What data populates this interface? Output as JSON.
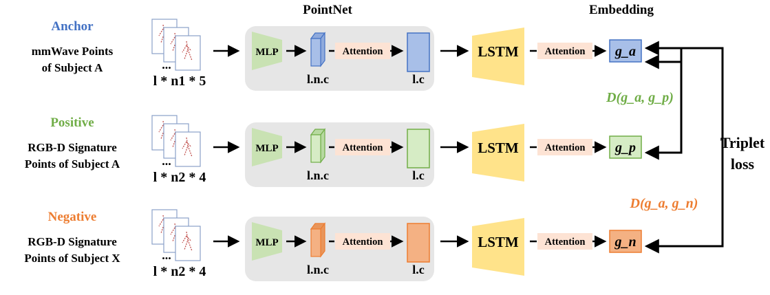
{
  "headers": {
    "pointnet": "PointNet",
    "embedding": "Embedding"
  },
  "colors": {
    "anchor": "#4472c4",
    "positive": "#70ad47",
    "negative": "#ed7d31",
    "mlp": "#c9e2b3",
    "lstm": "#ffe38a",
    "attention": "#fde3d4",
    "panel": "#e6e6e6"
  },
  "rows": [
    {
      "key": "anchor",
      "role": "Anchor",
      "desc_line1": "mmWave Points",
      "desc_line2": "of Subject A",
      "input_shape": "l * n1 * 5",
      "mlp": "MLP",
      "attention1": "Attention",
      "feat1": "l.n.c",
      "feat2": "l.c",
      "lstm": "LSTM",
      "attention2": "Attention",
      "embedding": "g_a",
      "icon": "point-frames-icon"
    },
    {
      "key": "positive",
      "role": "Positive",
      "desc_line1": "RGB-D Signature",
      "desc_line2": "Points of Subject A",
      "input_shape": "l * n2 * 4",
      "mlp": "MLP",
      "attention1": "Attention",
      "feat1": "l.n.c",
      "feat2": "l.c",
      "lstm": "LSTM",
      "attention2": "Attention",
      "embedding": "g_p",
      "icon": "point-frames-icon"
    },
    {
      "key": "negative",
      "role": "Negative",
      "desc_line1": "RGB-D Signature",
      "desc_line2": "Points of Subject X",
      "input_shape": "l * n2 * 4",
      "mlp": "MLP",
      "attention1": "Attention",
      "feat1": "l.n.c",
      "feat2": "l.c",
      "lstm": "LSTM",
      "attention2": "Attention",
      "embedding": "g_n",
      "icon": "point-frames-icon"
    }
  ],
  "loss": {
    "dist_ap": "D(g_a, g_p)",
    "dist_an": "D(g_a, g_n)",
    "triplet_line1": "Triplet",
    "triplet_line2": "loss"
  }
}
